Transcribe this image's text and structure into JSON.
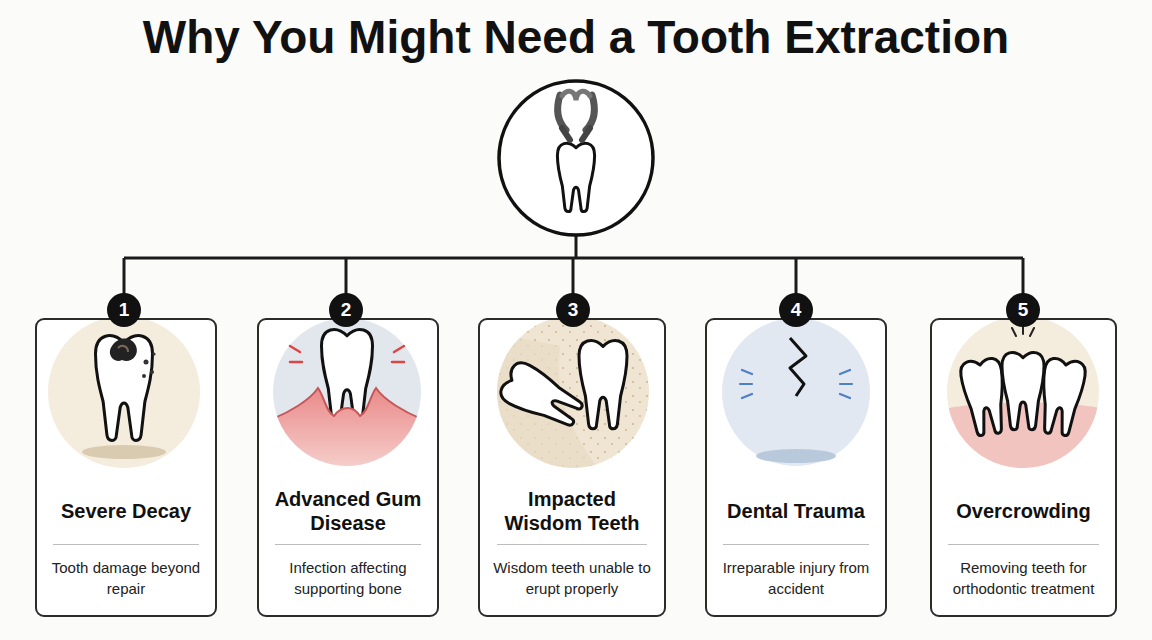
{
  "diagram": {
    "title": "Why You Might Need a Tooth Extraction",
    "nodes": [
      {
        "text": [
          "1"
        ]
      },
      {
        "text": [
          "Severe Decay",
          "Tooth damage beyond repair"
        ]
      },
      {
        "text": [
          "2"
        ]
      },
      {
        "text": [
          "Advanced Gum Disease",
          "Infection affecting supporting bone"
        ]
      },
      {
        "text": [
          "3"
        ]
      },
      {
        "text": [
          "Impacted Wisdom Teeth",
          "Wisdom teeth unable to erupt properly"
        ]
      },
      {
        "text": [
          "4"
        ]
      },
      {
        "text": [
          "Dental Trauma",
          "Irreparable injury from accident"
        ]
      },
      {
        "text": [
          "5"
        ]
      },
      {
        "text": [
          "Overcrowding",
          "Removing teeth for orthodontic treatment"
        ]
      }
    ]
  }
}
